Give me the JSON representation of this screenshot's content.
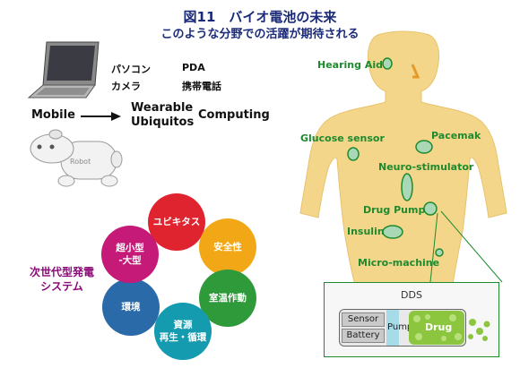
{
  "title": {
    "main": "図11　バイオ電池の未来",
    "sub": "このような分野での活躍が期待される"
  },
  "devices": {
    "pc": "パソコン",
    "pda": "PDA",
    "camera": "カメラ",
    "phone": "携帯電話"
  },
  "flow": {
    "mobile": "Mobile",
    "wearable": "Wearable",
    "ubiquitos": "Ubiquitos",
    "computing": "Computing"
  },
  "robot": {
    "label": "Robot"
  },
  "next_gen": {
    "label_line1": "次世代型発電",
    "label_line2": "システム",
    "circles": [
      {
        "label": "ユビキタス",
        "color": "#e0242f"
      },
      {
        "label": "安全性",
        "color": "#f2a816"
      },
      {
        "label": "室温作動",
        "color": "#2e9a3a"
      },
      {
        "label": "資源\n再生・循環",
        "color": "#159bb0"
      },
      {
        "label": "環境",
        "color": "#2a6aa8"
      },
      {
        "label": "超小型\n-大型",
        "color": "#c51a78"
      }
    ]
  },
  "body_labels": {
    "hearing_aid": "Hearing Aid",
    "glucose_sensor": "Glucose sensor",
    "pacemak": "Pacemak",
    "neuro_stimulator": "Neuro-stimulator",
    "drug_pump": "Drug Pump",
    "insulin": "Insulin",
    "micro_machine": "Micro-machine"
  },
  "dds": {
    "title": "DDS",
    "sensor": "Sensor",
    "battery": "Battery",
    "pump": "Pump",
    "drug": "Drug"
  },
  "colors": {
    "title": "#1b2b7a",
    "body_fill": "#f4d68a",
    "label_green": "#1e8a2e",
    "device_marker": "#a9d8b6",
    "drug_green": "#8cc63f",
    "next_gen_label": "#8b0a78"
  }
}
